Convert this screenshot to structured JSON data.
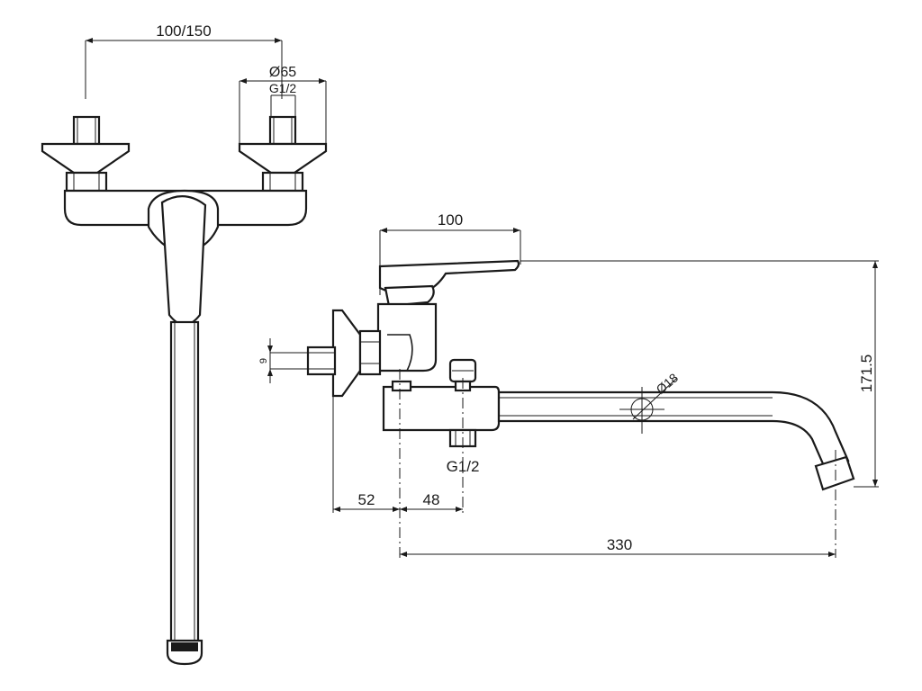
{
  "front_view": {
    "centers_dim": "100/150",
    "outer_diameter_dim": "Ø65",
    "thread_dim": "G1/2"
  },
  "side_view": {
    "lever_length_dim": "100",
    "height_dim": "171.5",
    "wall_thread_dim": "9",
    "spout_diameter_dim": "Ø18",
    "outlet_thread_dim": "G1/2",
    "wall_offset_dim": "52",
    "outlet_offset_dim": "48",
    "spout_reach_dim": "330"
  },
  "colors": {
    "line": "#1a1a1a",
    "background": "#ffffff"
  }
}
